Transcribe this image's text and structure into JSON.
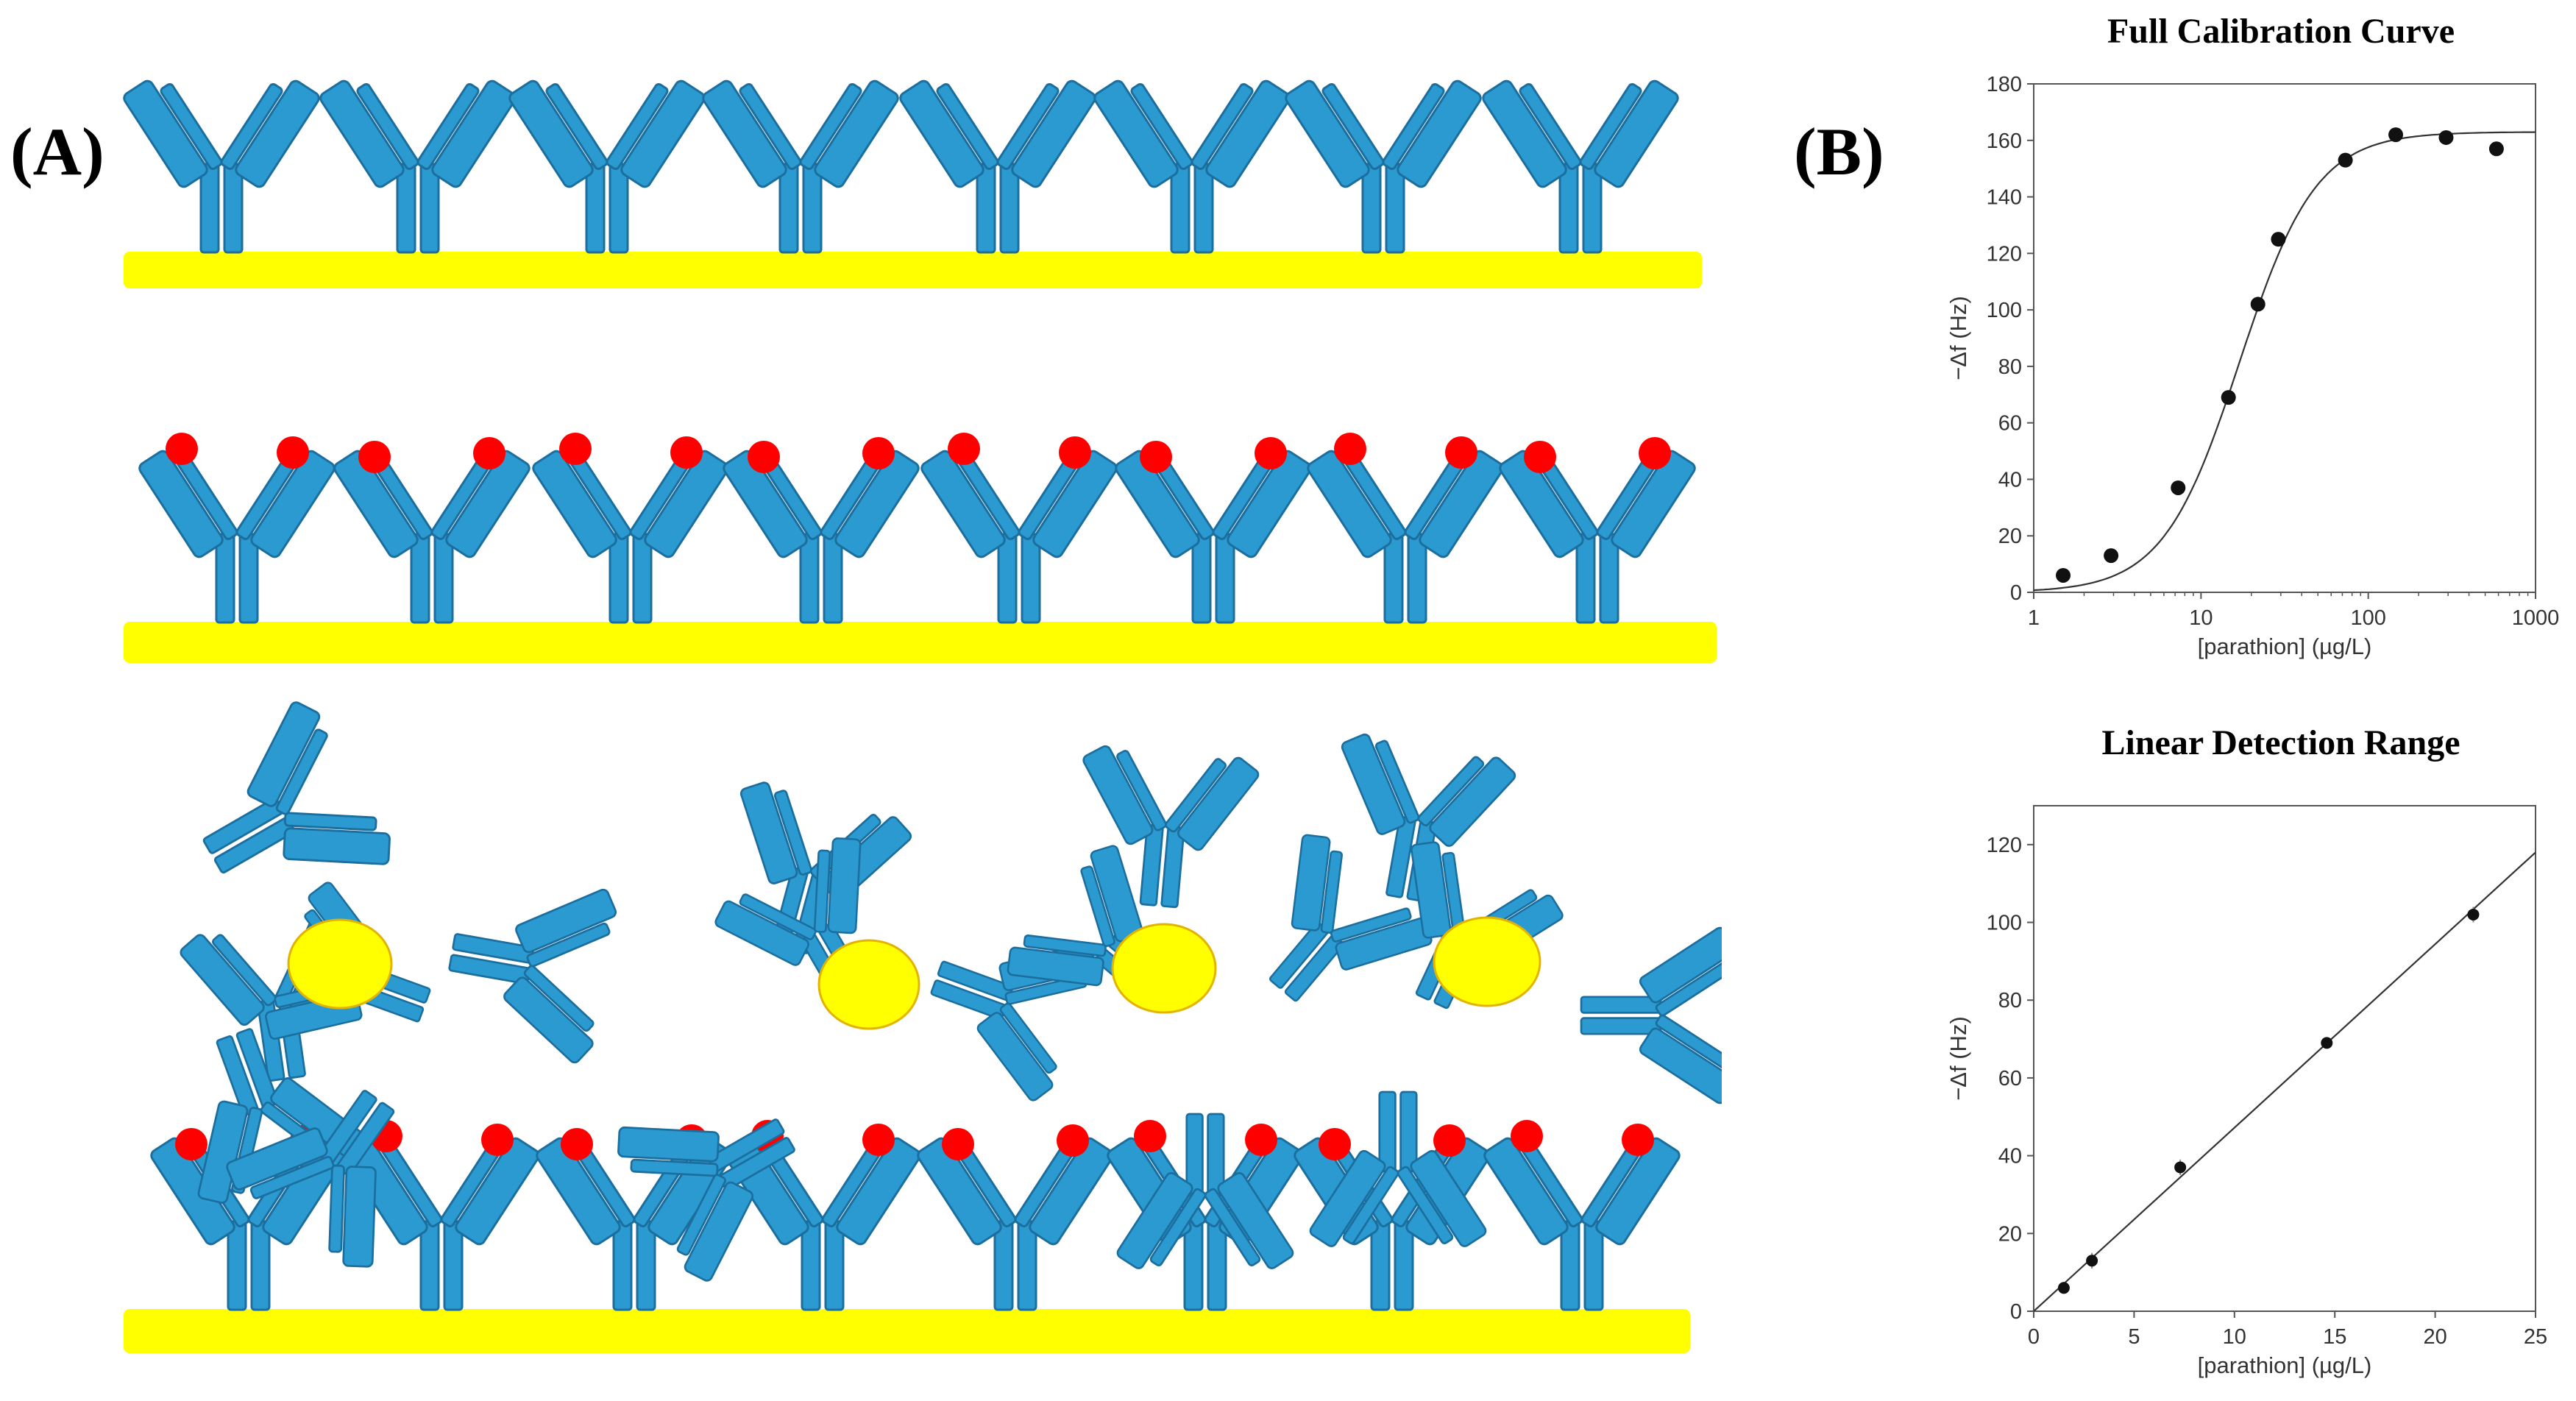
{
  "panels": {
    "a": "(A)",
    "b": "(B)"
  },
  "colors": {
    "antibody": "#2a9ad0",
    "antibody_edge": "#1b6e9e",
    "substrate": "#ffff00",
    "hapten": "#ff0000",
    "analyte": "#ffff00",
    "analyte_edge": "#e2b400"
  },
  "chart_data": [
    {
      "type": "scatter",
      "title": "Full Calibration Curve",
      "xlabel": "[parathion] (µg/L)",
      "ylabel": "−Δf (Hz)",
      "xscale": "log",
      "xlim": [
        1,
        1000
      ],
      "ylim": [
        0,
        180
      ],
      "xticks": [
        1,
        10,
        100,
        1000
      ],
      "xtick_labels": [
        "1",
        "10",
        "100",
        "1000"
      ],
      "yticks": [
        0,
        20,
        40,
        60,
        80,
        100,
        120,
        140,
        160,
        180
      ],
      "ytick_labels": [
        "0",
        "20",
        "40",
        "60",
        "80",
        "100",
        "120",
        "140",
        "160",
        "180"
      ],
      "points": [
        {
          "x": 1.5,
          "y": 6
        },
        {
          "x": 2.9,
          "y": 13
        },
        {
          "x": 7.3,
          "y": 37
        },
        {
          "x": 14.6,
          "y": 69
        },
        {
          "x": 21.9,
          "y": 102
        },
        {
          "x": 29,
          "y": 125
        },
        {
          "x": 73,
          "y": 153
        },
        {
          "x": 146,
          "y": 162
        },
        {
          "x": 292,
          "y": 161
        },
        {
          "x": 584,
          "y": 157
        }
      ],
      "fit": {
        "model": "sigmoidal",
        "bottom": 0,
        "top": 163,
        "x0": 17,
        "hill": 1.9
      }
    },
    {
      "type": "scatter",
      "title": "Linear Detection Range",
      "xlabel": "[parathion] (µg/L)",
      "ylabel": "−Δf (Hz)",
      "xlim": [
        0,
        25
      ],
      "ylim": [
        0,
        130
      ],
      "xticks": [
        0,
        5,
        10,
        15,
        20,
        25
      ],
      "xtick_labels": [
        "0",
        "5",
        "10",
        "15",
        "20",
        "25"
      ],
      "yticks": [
        0,
        20,
        40,
        60,
        80,
        100,
        120
      ],
      "ytick_labels": [
        "0",
        "20",
        "40",
        "60",
        "80",
        "100",
        "120"
      ],
      "points": [
        {
          "x": 1.5,
          "y": 6,
          "err": 1.5
        },
        {
          "x": 2.9,
          "y": 13,
          "err": 2
        },
        {
          "x": 7.3,
          "y": 37,
          "err": 2
        },
        {
          "x": 14.6,
          "y": 69,
          "err": 1
        },
        {
          "x": 21.9,
          "y": 102,
          "err": 2
        }
      ],
      "fit": {
        "model": "linear",
        "slope": 4.72,
        "intercept": 0
      }
    }
  ]
}
